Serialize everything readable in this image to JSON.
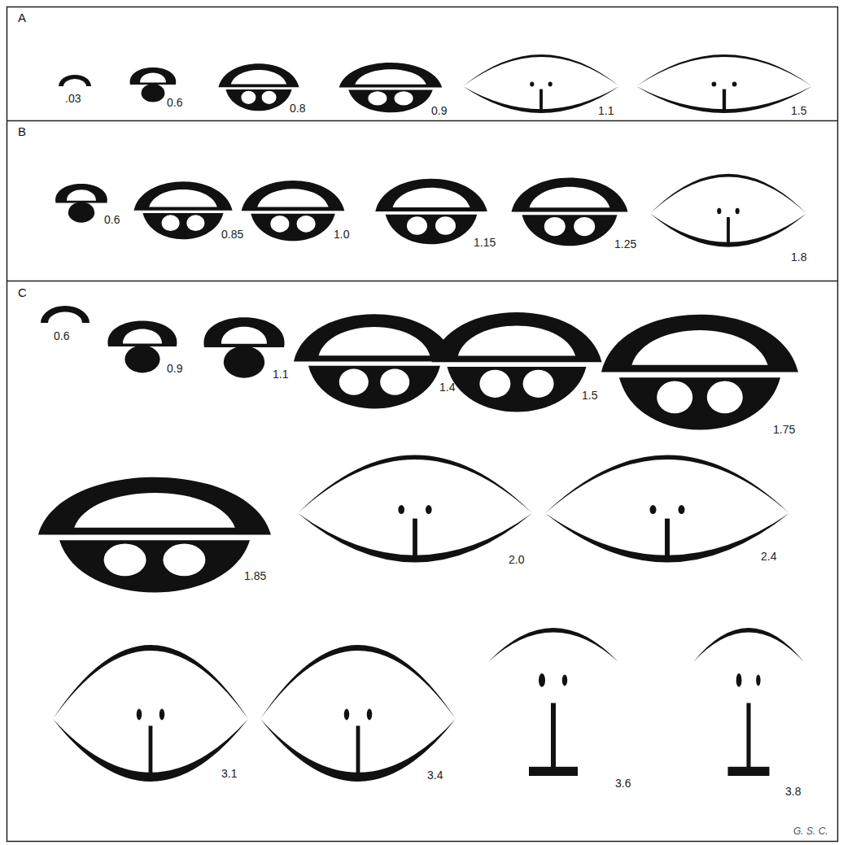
{
  "diagram": {
    "labels": [
      "A",
      ".03",
      "0.6",
      "0.8",
      "0.9",
      "1.1",
      "1.5",
      "B",
      "0.6",
      "0.85",
      "1.0",
      "1.15",
      "1.25",
      "1.8",
      "C",
      "0.6",
      "0.9",
      "1.1",
      "1.4",
      "1.5",
      "1.75",
      "1.85",
      "2.0",
      "2.4",
      "3.1",
      "3.4",
      "3.6",
      "3.8",
      "G. S. C."
    ]
  }
}
